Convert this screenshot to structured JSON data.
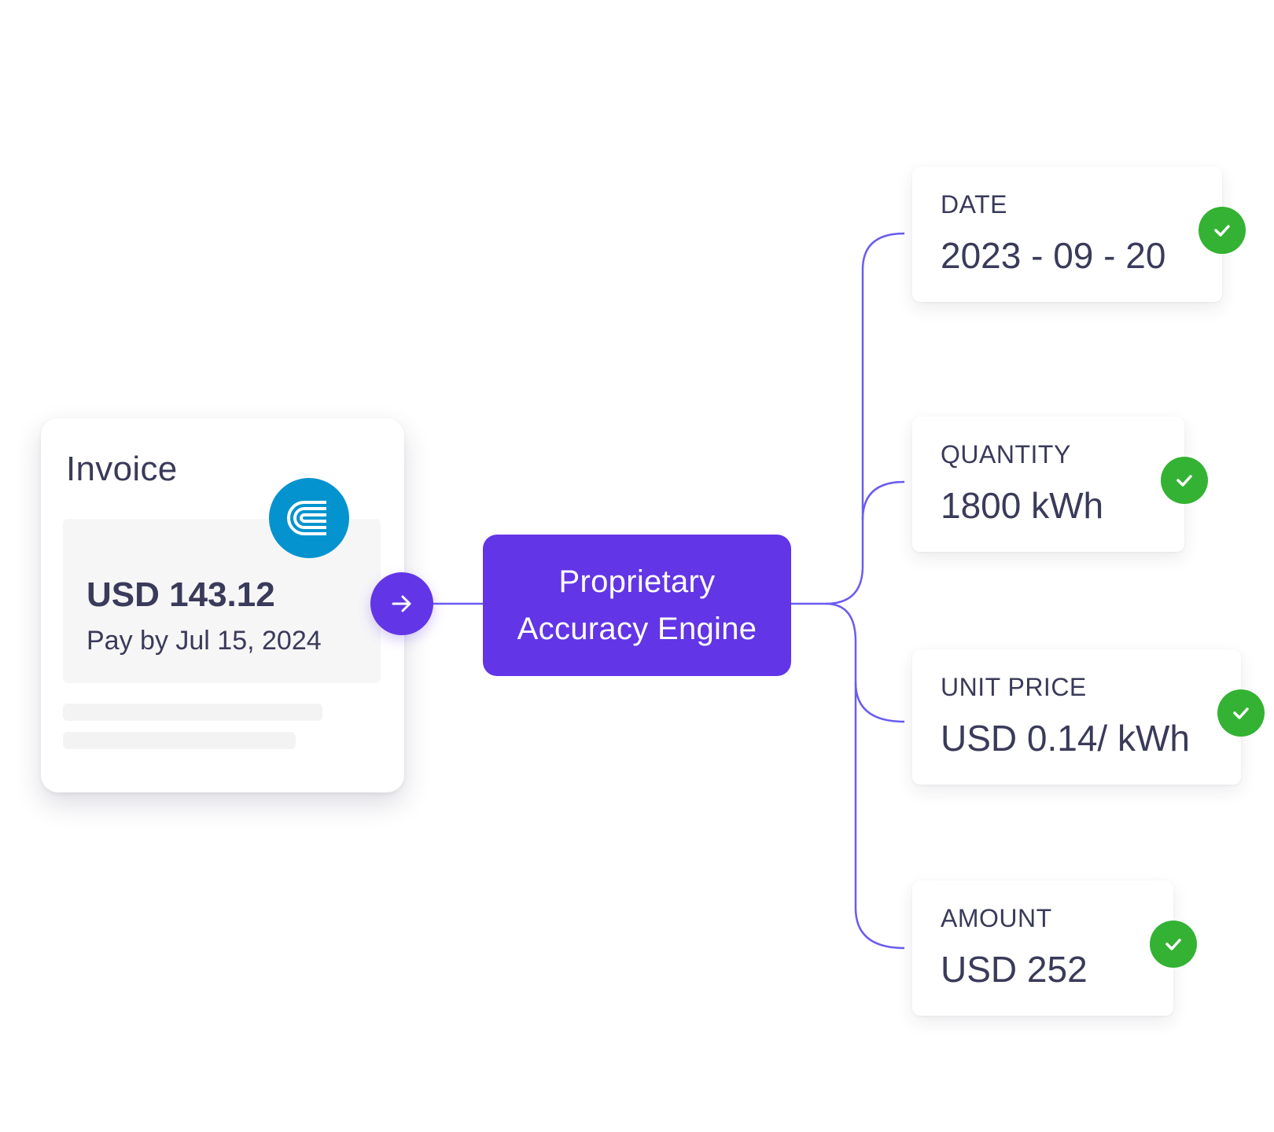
{
  "invoice": {
    "title": "Invoice",
    "amount": "USD 143.12",
    "due": "Pay by Jul 15, 2024",
    "logo_icon": "utility-company-logo",
    "logo_color": "#0493cf"
  },
  "arrow_button": {
    "icon": "arrow-right-icon",
    "color": "#6235e6"
  },
  "engine": {
    "line1": "Proprietary",
    "line2": "Accuracy Engine",
    "color": "#6235e6"
  },
  "fields": [
    {
      "label": "DATE",
      "value": "2023 - 09 - 20",
      "status": "verified"
    },
    {
      "label": "QUANTITY",
      "value": "1800 kWh",
      "status": "verified"
    },
    {
      "label": "UNIT PRICE",
      "value": "USD 0.14/ kWh",
      "status": "verified"
    },
    {
      "label": "AMOUNT",
      "value": "USD 252",
      "status": "verified"
    }
  ],
  "colors": {
    "accent": "#6235e6",
    "connector": "#6b5cf0",
    "check": "#34b233",
    "text": "#3a3a5a"
  }
}
